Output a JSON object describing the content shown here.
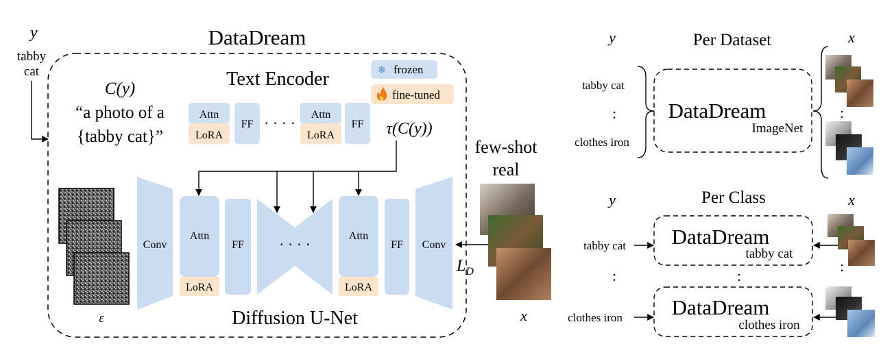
{
  "left": {
    "y_var": "y",
    "y_text_1": "tabby",
    "y_text_2": "cat",
    "title": "DataDream",
    "condition_label": "C(y)",
    "prompt_line_1": "“a photo of a",
    "prompt_line_2": "{tabby cat}”",
    "text_encoder_title": "Text Encoder",
    "legend": {
      "frozen": "frozen",
      "fine_tuned": "fine-tuned"
    },
    "attn": "Attn",
    "lora": "LoRA",
    "ff": "FF",
    "dots": "· · · ·",
    "tau_label": "τ(C(y))",
    "conv": "Conv",
    "epsilon": "ε",
    "unet_title": "Diffusion U-Net",
    "fewshot_line_1": "few-shot",
    "fewshot_line_2": "real",
    "loss_label": "L",
    "loss_sub": "D",
    "x_var": "x"
  },
  "right": {
    "y_var": "y",
    "x_var": "x",
    "per_dataset_title": "Per Dataset",
    "per_class_title": "Per Class",
    "class_1": "tabby cat",
    "class_2": "clothes iron",
    "vdots": ":",
    "datadream": "DataDream",
    "dataset_sub": "ImageNet",
    "class_sub_1": "tabby cat",
    "class_sub_2": "clothes iron"
  },
  "colors": {
    "frozen_blue": "#cfe0f3",
    "fine_tuned_peach": "#fbe3cc",
    "unet_blue": "#c9dcf1"
  }
}
